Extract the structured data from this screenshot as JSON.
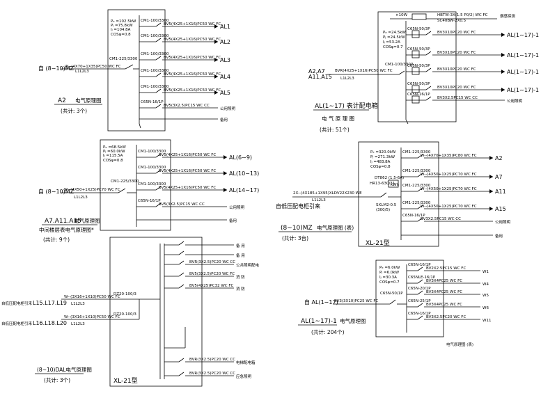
{
  "dA2": {
    "params": [
      "Pₑ =102.5kW",
      "Pⱼ =75.8kW",
      "Iⱼ =104.8A",
      "COSφ=0.8"
    ],
    "main_breaker": "CM1-225/3300",
    "source": "自 (8∼10)MZ",
    "cable": "W--(4X70+1X35)PC50 WC FC",
    "cable_sub": "L1L2L3",
    "breakers": [
      "CM1-100/3300",
      "CM1-100/3300",
      "CM1-100/3300",
      "CM1-100/3300",
      "CM1-100/3300",
      "C65N-16/1P"
    ],
    "feeders": [
      "BV5(4X25+1X16)PC50 WC FC",
      "BV5(4X25+1X16)PC50 WC FC",
      "BV5(4X25+1X16)PC50 WC FC",
      "BV5(4X25+1X16)PC50 WC FC",
      "BV5(4X25+1X16)PC50 WC FC",
      "BV5(3X2.5)PC15 WC CC"
    ],
    "outputs": [
      "AL1",
      "AL2",
      "AL3",
      "AL4",
      "AL5",
      "公用照明",
      "备用"
    ],
    "title_code": "A2",
    "title": "电气原理图",
    "count": "(共计: 3个)"
  },
  "dAL": {
    "params": [
      "Pₑ =24.5kW",
      "Pⱼ =24.5kW",
      "Iⱼ =53.2A",
      "COSφ=0.7"
    ],
    "top_breaker": "×10W",
    "top_feeder": "HBTW-3X(1.5 P0/2) WC FC",
    "top_feeder2": "SC40BW-2X0.5",
    "top_output": "烟感探测",
    "main_breaker": "CM1-100/3300",
    "source_code": "A2,A7",
    "source_code2": "A11,A15",
    "cable": "BVR(4X25+1X16)PC50 WC FC",
    "cable_sub": "L1L2L3",
    "breakers": [
      "C65N-50/3P",
      "C65N-50/3P",
      "C65N-50/3P",
      "C65N-50/3P",
      "C65N-16/1P"
    ],
    "feeders": [
      "BV3X10PC20 WC FC",
      "BV3X10PC20 WC FC",
      "BV3X10PC20 WC FC",
      "BV3X10PC20 WC FC",
      "BV3X2.5PC15 WC CC"
    ],
    "outputs": [
      "AL(1∼17)-1",
      "AL(1∼17)-1",
      "AL(1∼17)-1",
      "AL(1∼17)-1",
      "公用照明"
    ],
    "title": "AL(1∼17) 表计配电箱",
    "subtitle": "电 气 原 理 图",
    "count": "(共计: 51个)"
  },
  "dMZ": {
    "params": [
      "Pₑ =68.5kW",
      "Pⱼ =60.0kW",
      "Iⱼ =115.5A",
      "COSφ=0.8"
    ],
    "main_breaker": "CM1-225/3300",
    "source": "自 (8∼10)MZ",
    "cable": "W--(4X50+1X25)PC70 WC FC",
    "cable_sub": "L1L2L3",
    "breakers": [
      "CM1-100/3300",
      "CM1-100/3300",
      "CM1-100/3300",
      "C65N-16/1P"
    ],
    "feeders": [
      "BV5(4X25+1X16)PC50 WC FC",
      "BV5(4X25+1X16)PC50 WC FC",
      "BV5(4X25+1X16)PC50 WC FC",
      "BV5(3X2.5)PC15 WC CC"
    ],
    "outputs": [
      "AL(6∼9)",
      "AL(10∼13)",
      "AL(14∼17)",
      "公用照明",
      "备用"
    ],
    "title_code": "A7.A11.A15",
    "title": "电气原理图",
    "title2": "中间楼层表电气原理图*",
    "count": "(共计: 9个)"
  },
  "dXL": {
    "params": [
      "Pₑ =320.0kW",
      "Pⱼ =271.3kW",
      "Iⱼ =483.8A",
      "COSφ=0.8"
    ],
    "meter": "DT862 (1.5-6A)",
    "meter_box": "kWh",
    "ct": "HR13-630/31",
    "isolator": "SXLM2-0.5",
    "isolator2": "(300/5)",
    "source": "自低压配电柜引来",
    "cable": "2X--(4X185+1X95)XLDV22X230 WE",
    "cable_sub": "L1L2L3",
    "breakers": [
      "CM1-225/3300",
      "CM1-225/3300",
      "CM1-225/3300",
      "CM1-225/3300",
      "C65N-16/1P"
    ],
    "feeders": [
      "W--(4X70+1X35)PC80 WC FC",
      "W--(4X50+1X25)PC70 WC FC",
      "W--(4X50+1X25)PC70 WC FC",
      "W--(4X50+1X25)PC70 WC FC",
      "BV3X2.5PC15 WC CC"
    ],
    "outputs": [
      "A2",
      "A7",
      "A11",
      "A15",
      "公用照明",
      "备用"
    ],
    "panel": "XL-21型",
    "title_code": "(8∼10)MZ",
    "title": "电气原理图 (表)",
    "count": "(共计: 3台)"
  },
  "dDAL": {
    "srcs": [
      "自低压配电柜引来",
      "自低压配电柜引来"
    ],
    "codes": [
      "L15.L17.L19",
      "L16.L18.L20"
    ],
    "cables": [
      "W--(3X16+1X10)PC50 WC FC",
      "W--(3X16+1X10)PC50 WC FC"
    ],
    "cable_sub": "L1L2L3",
    "isolators": [
      "DZ20-100/3",
      "DZ20-100/3"
    ],
    "outputs": [
      "备 用",
      "备 用",
      "公共照明配电",
      "消 防",
      "消 防",
      "电梯配电箱",
      "应急照明"
    ],
    "feeders": [
      "BVR(3X2.5)PC20 WC CC",
      "BV5(3X2.5)PC20 WC FC",
      "BV5(4X25)PC32 WC FC",
      "BV5(4X25)PC32 WC FC",
      "BVR(3X2.5)PC20 WC CC",
      "BVR(3X2.5)PC20 WC CC"
    ],
    "panel": "XL-21型",
    "title": "(8∼10)DAL电气原理图",
    "count": "(共计: 3个)"
  },
  "dAL1": {
    "params": [
      "Pₑ =6.0kW",
      "Pⱼ =6.0kW",
      "Iⱼ =30.3A",
      "COSφ=0.7"
    ],
    "main_breaker": "C65N-50/1P",
    "source": "自 AL(1∼17)",
    "cable": "BV3(3X10)PC25 WC FC",
    "breakers": [
      "C65N-16/1P",
      "C65NLE-16/1P",
      "C65N-20/1P",
      "C65N-25/1P",
      "C65N-16/1P"
    ],
    "feeders": [
      "BV2X2.5PC15 WC FC",
      "BV3X4PC25 WC FC",
      "BV3X4PC25 WC FC",
      "BV3X4PC25 WC FC",
      "BV3X2.5PC20 WC FC"
    ],
    "outputs": [
      "W1",
      "W4",
      "W5",
      "W6",
      "W11"
    ],
    "title": "AL(1∼17)-1",
    "title2": "电气原理图",
    "count": "(共计: 204个)",
    "note": "电气原理图 (表)"
  }
}
